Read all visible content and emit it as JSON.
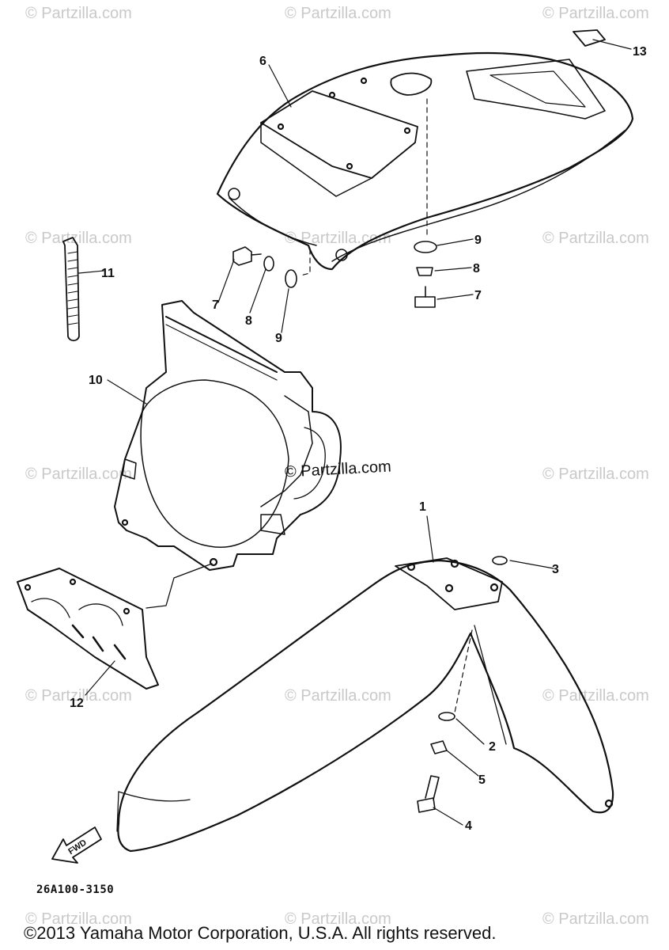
{
  "watermarks": [
    "© Partzilla.com"
  ],
  "center_watermark": "© Partzilla.com",
  "drawing_code": "26A100-3150",
  "copyright": "©2013 Yamaha Motor Corporation, U.S.A. All rights reserved.",
  "fwd_label": "FWD",
  "callouts": {
    "c1": "1",
    "c2": "2",
    "c3": "3",
    "c4": "4",
    "c5": "5",
    "c6": "6",
    "c7a": "7",
    "c7b": "7",
    "c8a": "8",
    "c8b": "8",
    "c9a": "9",
    "c9b": "9",
    "c10": "10",
    "c11": "11",
    "c12": "12",
    "c13": "13"
  }
}
